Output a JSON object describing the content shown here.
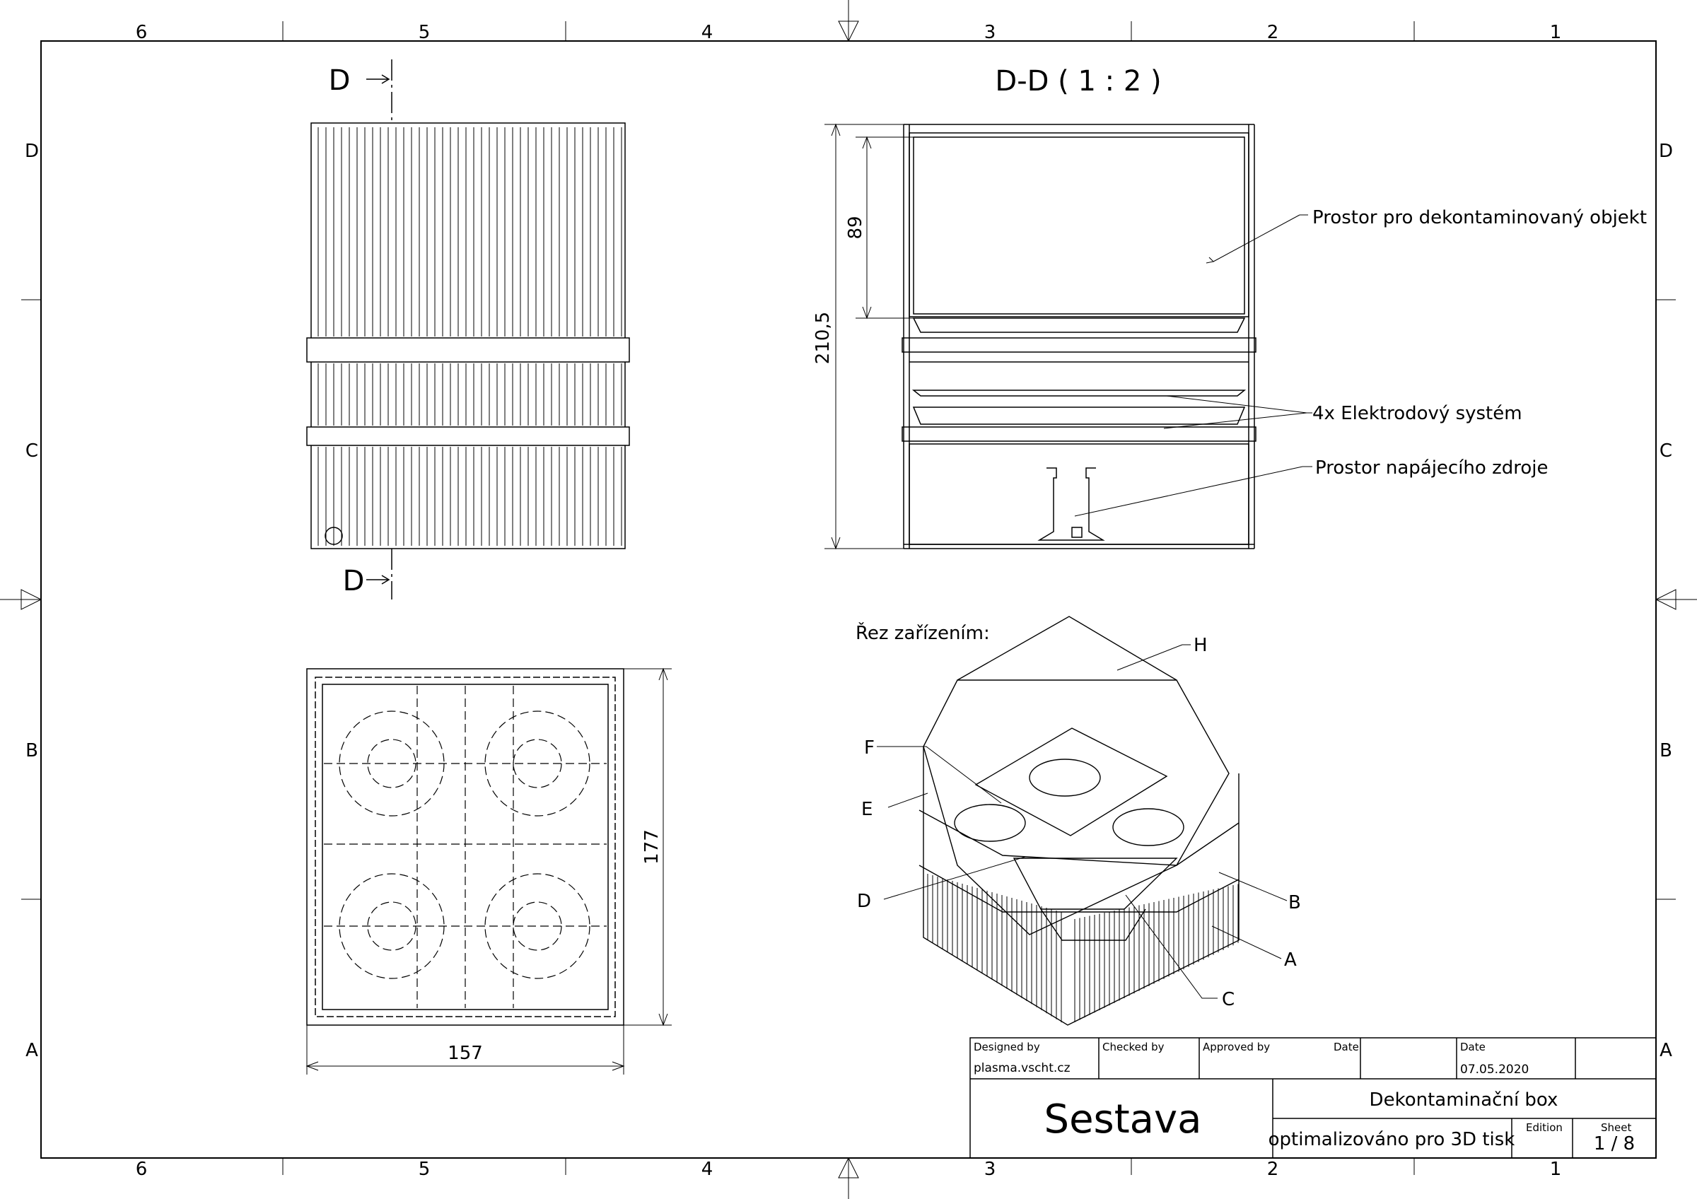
{
  "zones": {
    "columns": [
      "6",
      "5",
      "4",
      "3",
      "2",
      "1"
    ],
    "rows": [
      "D",
      "C",
      "B",
      "A"
    ]
  },
  "section_marks": {
    "top": "D",
    "bottom": "D"
  },
  "section_view": {
    "title": "D-D ( 1 : 2 )",
    "dim_height": "210,5",
    "dim_inner": "89",
    "callouts": {
      "object_space": "Prostor pro dekontaminovaný objekt",
      "electrodes": "4x Elektrodový systém",
      "power_space": "Prostor napájecího zdroje"
    }
  },
  "top_view": {
    "dim_width": "157",
    "dim_depth": "177"
  },
  "isometric": {
    "title": "Řez zařízením:",
    "labels": [
      "H",
      "F",
      "E",
      "D",
      "B",
      "A",
      "C"
    ]
  },
  "title_block": {
    "designed_by_label": "Designed by",
    "designed_by_value": "plasma.vscht.cz",
    "checked_by_label": "Checked by",
    "approved_by_label": "Approved by",
    "date_label_1": "Date",
    "date_label_2": "Date",
    "date_value": "07.05.2020",
    "drawing_title": "Sestava",
    "part_name": "Dekontaminační box",
    "part_subtitle": "optimalizováno pro 3D tisk",
    "edition_label": "Edition",
    "sheet_label": "Sheet",
    "sheet_value": "1 / 8"
  }
}
